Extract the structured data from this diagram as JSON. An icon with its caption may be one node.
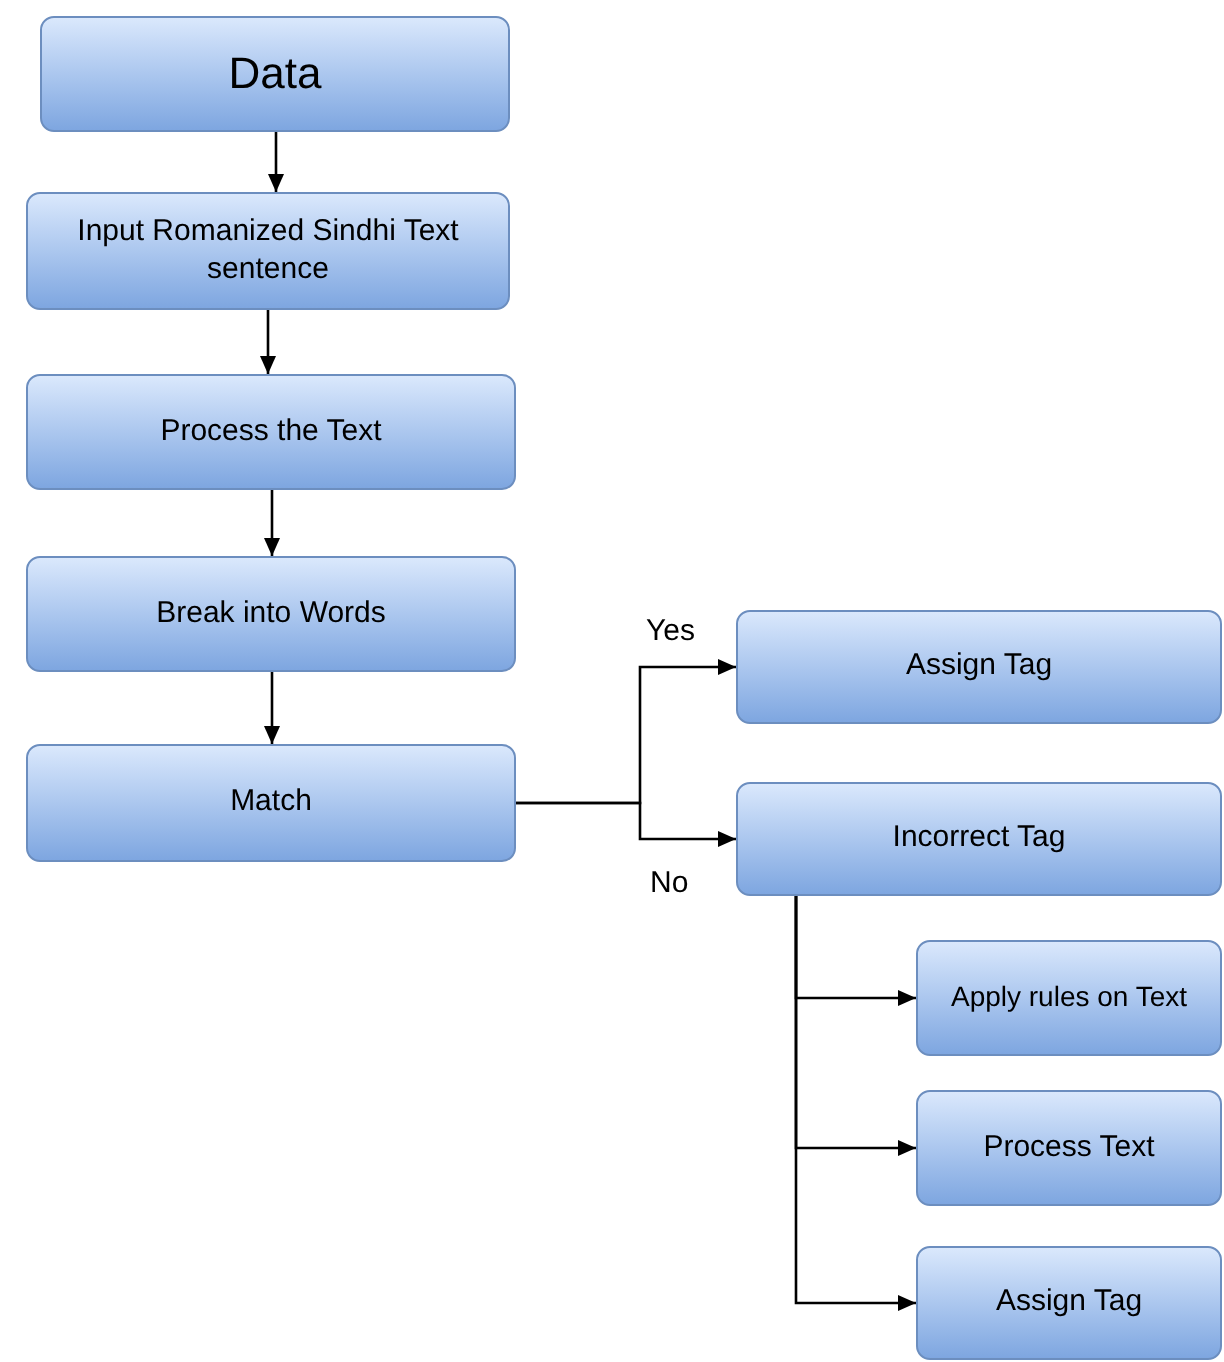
{
  "diagram": {
    "nodes": [
      {
        "text": [
          "Data"
        ]
      },
      {
        "text": [
          "Input Romanized Sindhi Text sentence"
        ]
      },
      {
        "text": [
          "Process the Text"
        ]
      },
      {
        "text": [
          "Break into Words"
        ]
      },
      {
        "text": [
          "Match"
        ]
      },
      {
        "text": [
          "Assign Tag"
        ]
      },
      {
        "text": [
          "Incorrect Tag"
        ]
      },
      {
        "text": [
          "Apply rules on Text"
        ]
      },
      {
        "text": [
          "Process Text"
        ]
      },
      {
        "text": [
          "Assign Tag"
        ]
      }
    ],
    "edges": [
      {
        "from": 0,
        "to": 1,
        "arrow": "to"
      },
      {
        "from": 1,
        "to": 2,
        "arrow": "to"
      },
      {
        "from": 2,
        "to": 3,
        "arrow": "to"
      },
      {
        "from": 3,
        "to": 4,
        "arrow": "to"
      },
      {
        "from": 4,
        "to": 5,
        "arrow": "to",
        "label": "Yes"
      },
      {
        "from": 4,
        "to": 6,
        "arrow": "to",
        "label": "No"
      },
      {
        "from": 6,
        "to": 7,
        "arrow": "to"
      },
      {
        "from": 6,
        "to": 8,
        "arrow": "to"
      },
      {
        "from": 6,
        "to": 9,
        "arrow": "to"
      }
    ]
  }
}
